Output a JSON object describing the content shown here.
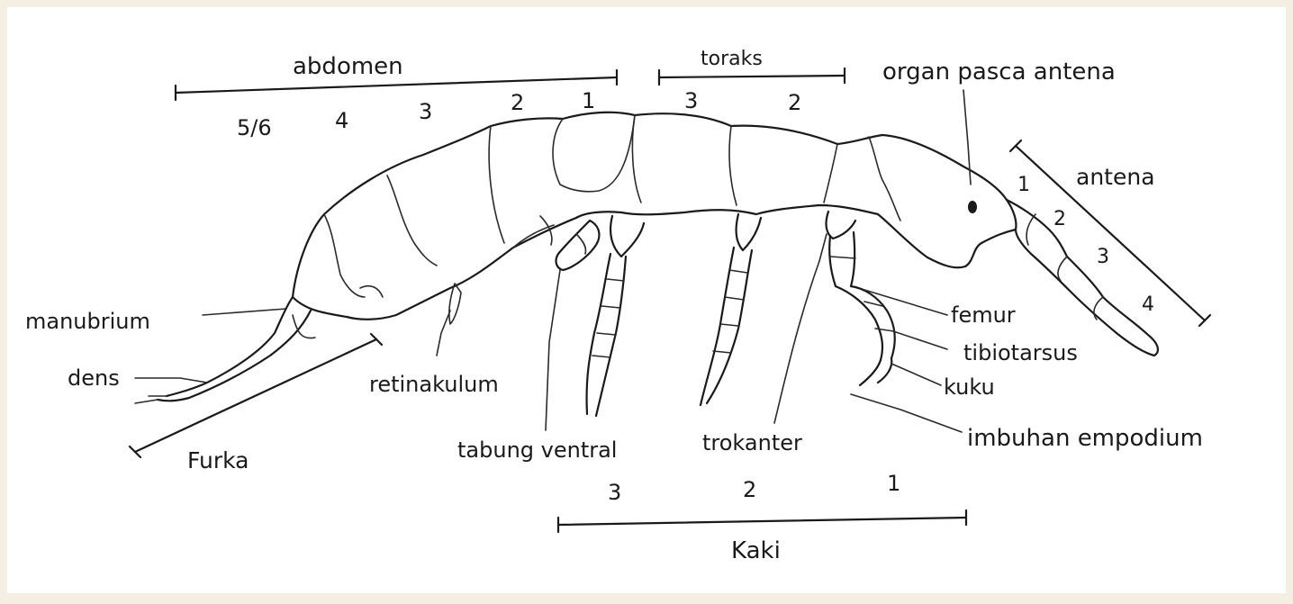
{
  "colors": {
    "background": "#f4efe2",
    "ink": "#1a1a1a",
    "paper": "#ffffff"
  },
  "sections": {
    "abdomen": "abdomen",
    "toraks": "toraks",
    "kaki": "Kaki"
  },
  "abdomen_segments": [
    "5/6",
    "4",
    "3",
    "2",
    "1"
  ],
  "toraks_segments": [
    "3",
    "2"
  ],
  "antenna_segments": [
    "1",
    "2",
    "3",
    "4"
  ],
  "leg_numbers": [
    "3",
    "2",
    "1"
  ],
  "parts": {
    "organ_pasca_antena": "organ pasca antena",
    "antena": "antena",
    "manubrium": "manubrium",
    "dens": "dens",
    "furka": "Furka",
    "retinakulum": "retinakulum",
    "tabung_ventral": "tabung ventral",
    "trokanter": "trokanter",
    "femur": "femur",
    "tibiotarsus": "tibiotarsus",
    "kuku": "kuku",
    "imbuhan_empodium": "imbuhan empodium"
  }
}
